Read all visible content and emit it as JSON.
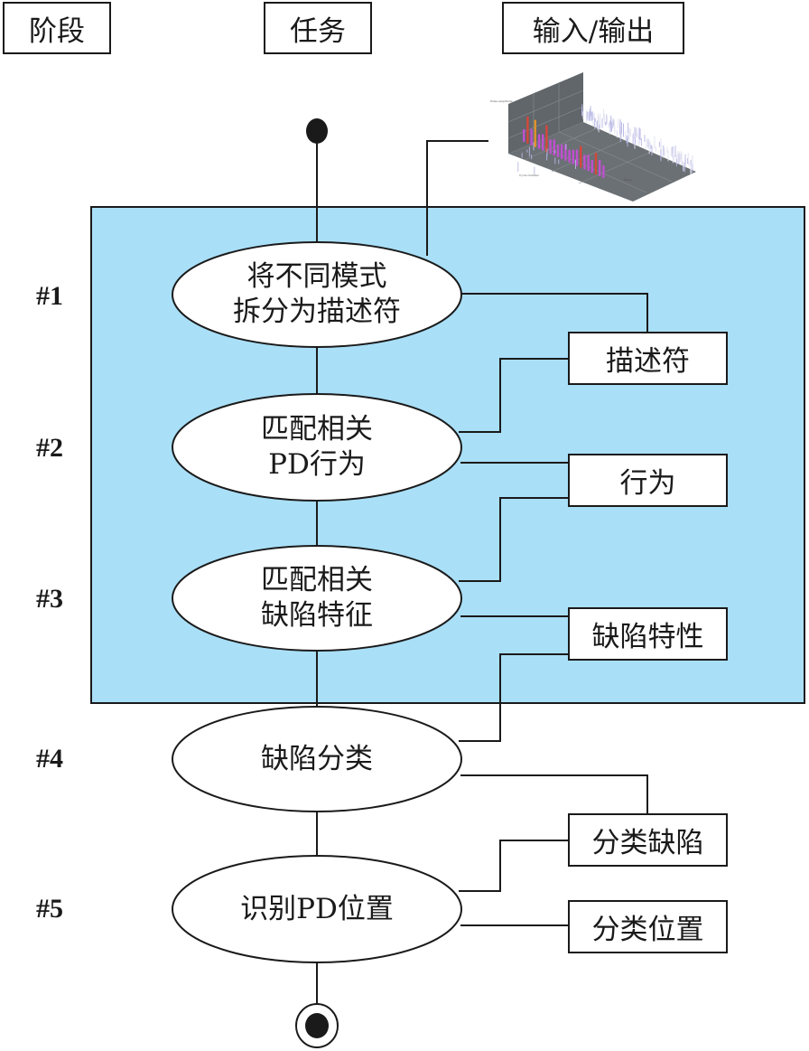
{
  "headers": {
    "stage": "阶段",
    "task": "任务",
    "io": "输入/输出"
  },
  "stages": [
    {
      "id": "#1",
      "task": "将不同模式\n拆分为描述符",
      "output": "描述符"
    },
    {
      "id": "#2",
      "task": "匹配相关\nPD行为",
      "output": "行为"
    },
    {
      "id": "#3",
      "task": "匹配相关\n缺陷特征",
      "output": "缺陷特性"
    },
    {
      "id": "#4",
      "task": "缺陷分类",
      "output": "分类缺陷"
    },
    {
      "id": "#5",
      "task": "识别PD位置",
      "output": "分类位置"
    }
  ],
  "input_thumbnail": {
    "description": "3D pulse-amplitude plot (input data)"
  },
  "colors": {
    "region_fill": "#a9dff7",
    "stroke": "#1a1a1a",
    "plot_bg": "#5f6468",
    "bar_magenta": "#c04fd0",
    "bar_red": "#d6463a",
    "bar_orange": "#e0902a",
    "bar_lavender": "#b8b8e8"
  }
}
